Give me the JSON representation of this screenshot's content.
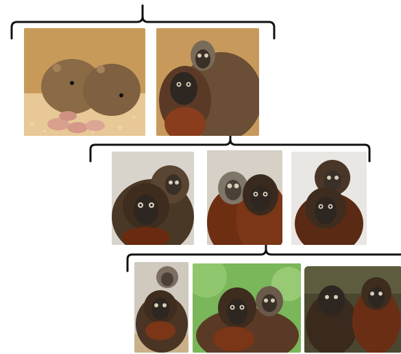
{
  "figure": {
    "levels": [
      {
        "id": "level-1",
        "photos": [
          {
            "id": "voles-with-pups",
            "subject": "voles-with-pups-photo",
            "bg": "#c89a5a"
          },
          {
            "id": "titi-adult-with-infant-1",
            "subject": "titi-monkey-photo",
            "bg": "#c79a5c"
          }
        ]
      },
      {
        "id": "level-2",
        "photos": [
          {
            "id": "titi-pair-1",
            "subject": "titi-monkey-photo",
            "bg": "#d8d4cc"
          },
          {
            "id": "titi-pair-2",
            "subject": "titi-monkey-photo",
            "bg": "#d6d0c6"
          },
          {
            "id": "titi-pair-3",
            "subject": "titi-monkey-photo",
            "bg": "#e9e7e3"
          }
        ]
      },
      {
        "id": "level-3",
        "photos": [
          {
            "id": "titi-adult-with-infant-2",
            "subject": "titi-monkey-photo",
            "bg": "#cfc9be"
          },
          {
            "id": "titi-pair-green-bg",
            "subject": "titi-monkey-photo",
            "bg": "#7ab65a"
          },
          {
            "id": "titi-pair-forest-bg",
            "subject": "titi-monkey-photo",
            "bg": "#4a4630"
          }
        ]
      }
    ],
    "colors": {
      "bracket": "#111111",
      "monkey_dark": "#2e2620",
      "monkey_fur": "#6a4e36",
      "monkey_red": "#8a3d1c",
      "vole_fur": "#8a6b45",
      "pup_pink": "#d9a08e"
    }
  }
}
